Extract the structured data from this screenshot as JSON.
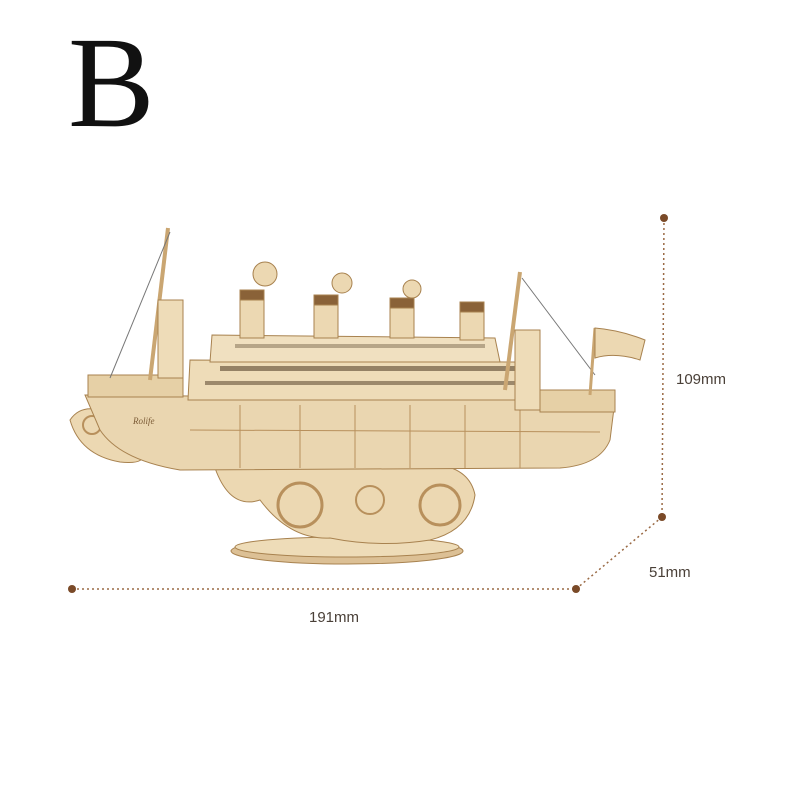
{
  "label": "B",
  "dimensions": {
    "height": "109mm",
    "depth": "51mm",
    "width": "191mm"
  },
  "product": {
    "hull_logo": "Rolife"
  },
  "colors": {
    "wood": "#e8d3ac",
    "wood_dark": "#a8824f",
    "dimension_line": "#8a5a35"
  }
}
